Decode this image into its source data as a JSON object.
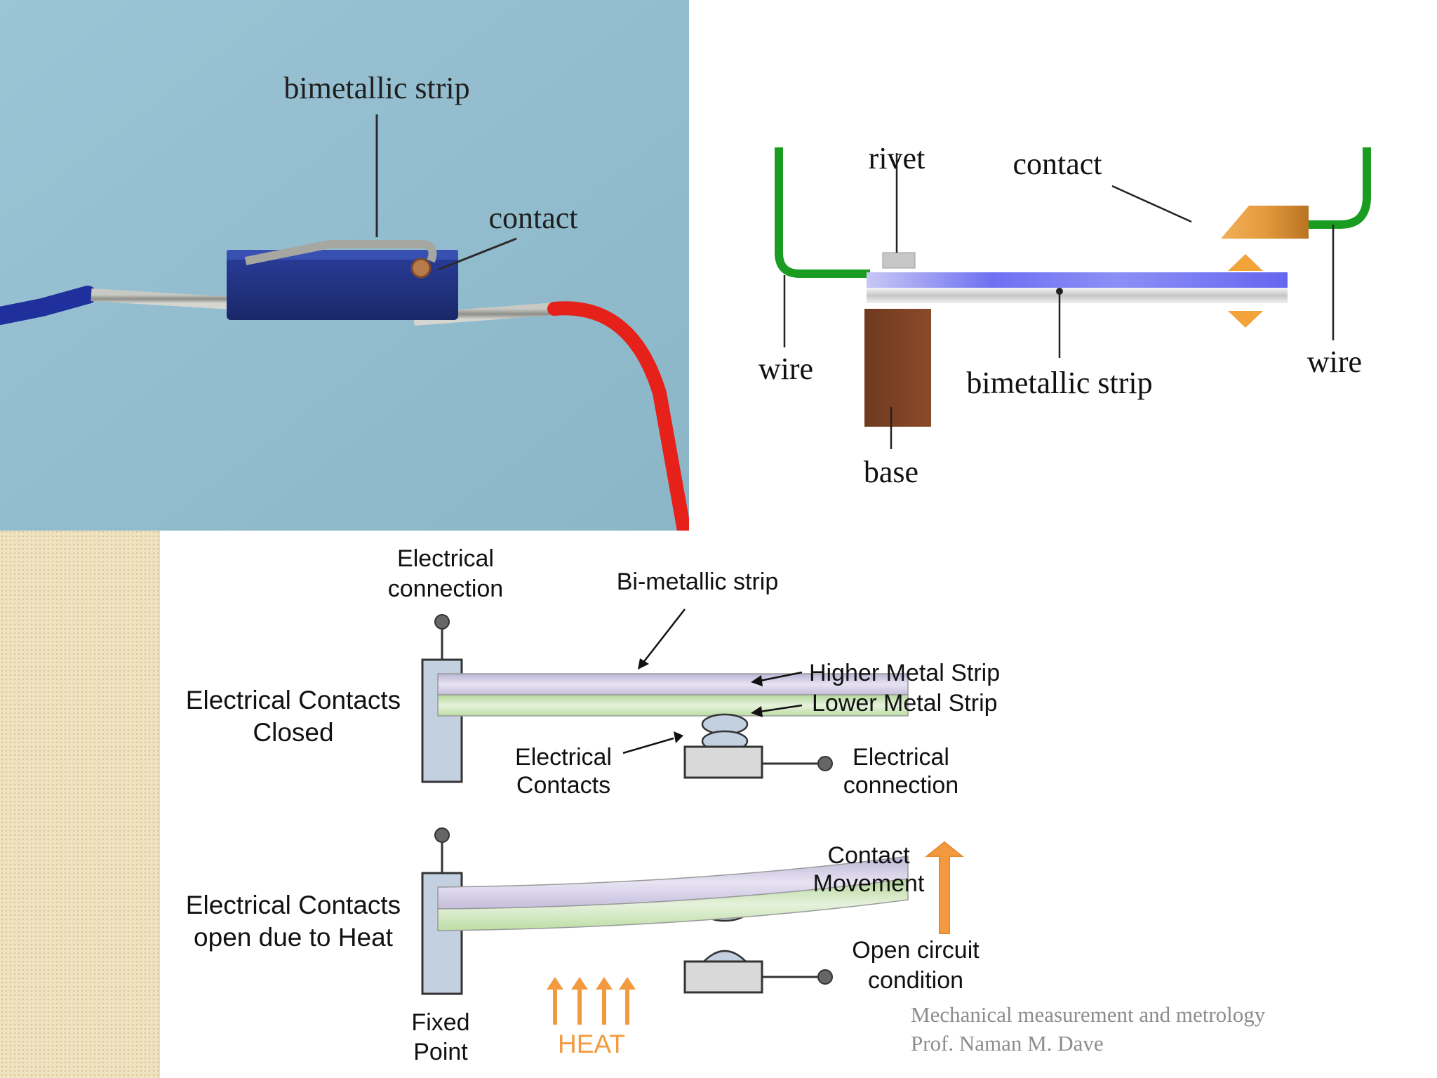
{
  "photo": {
    "labels": {
      "strip": "bimetallic strip",
      "contact": "contact"
    }
  },
  "schematic": {
    "labels": {
      "rivet": "rivet",
      "contact": "contact",
      "wire_left": "wire",
      "wire_right": "wire",
      "strip": "bimetallic strip",
      "base": "base"
    }
  },
  "operation": {
    "closed": {
      "state_line1": "Electrical Contacts",
      "state_line2": "Closed",
      "conn_top_line1": "Electrical",
      "conn_top_line2": "connection",
      "strip": "Bi-metallic strip",
      "higher": "Higher Metal Strip",
      "lower": "Lower Metal Strip",
      "contacts_line1": "Electrical",
      "contacts_line2": "Contacts",
      "conn_right_line1": "Electrical",
      "conn_right_line2": "connection"
    },
    "open": {
      "state_line1": "Electrical Contacts",
      "state_line2": "open due to Heat",
      "movement_line1": "Contact",
      "movement_line2": "Movement",
      "circuit_line1": "Open circuit",
      "circuit_line2": "condition",
      "fixed_line1": "Fixed",
      "fixed_line2": "Point",
      "heat": "HEAT"
    }
  },
  "footer": {
    "course": "Mechanical measurement  and metrology",
    "author": "Prof. Naman M. Dave"
  }
}
